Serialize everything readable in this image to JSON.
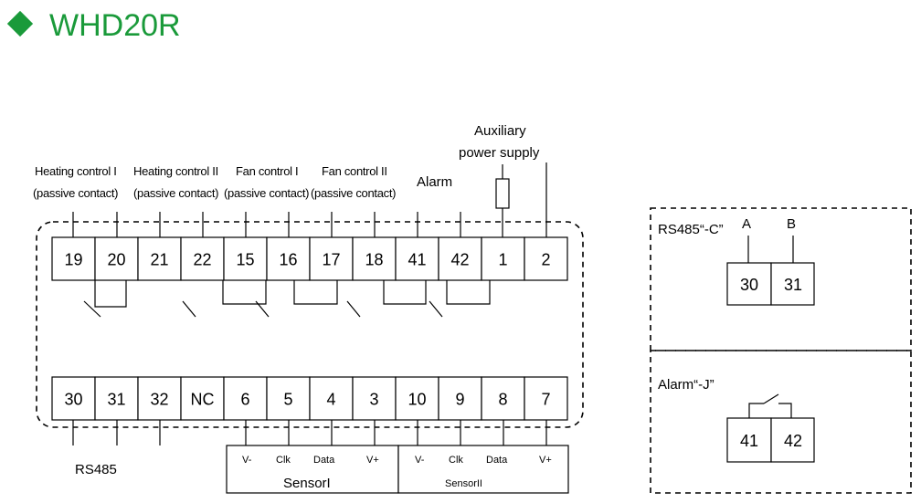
{
  "title": "WHD20R",
  "colors": {
    "title": "#1a9a3a",
    "diamond": "#1a9a3a"
  },
  "top_labels": {
    "heating1_l1": "Heating control I",
    "heating1_l2": "(passive contact)",
    "heating2_l1": "Heating control II",
    "heating2_l2": "(passive contact)",
    "fan1_l1": "Fan control I",
    "fan1_l2": "(passive contact)",
    "fan2_l1": "Fan control II",
    "fan2_l2": "(passive contact)",
    "alarm": "Alarm",
    "aux_l1": "Auxiliary",
    "aux_l2": "power supply"
  },
  "top_row": [
    "19",
    "20",
    "21",
    "22",
    "15",
    "16",
    "17",
    "18",
    "41",
    "42",
    "1",
    "2"
  ],
  "bottom_row": [
    "30",
    "31",
    "32",
    "NC",
    "6",
    "5",
    "4",
    "3",
    "10",
    "9",
    "8",
    "7"
  ],
  "rs485_label": "RS485",
  "sensor1": {
    "pins": [
      "V-",
      "Clk",
      "Data",
      "V+"
    ],
    "name": "SensorI"
  },
  "sensor2": {
    "pins": [
      "V-",
      "Clk",
      "Data",
      "V+"
    ],
    "name": "SensorII"
  },
  "option_c": {
    "label": "RS485“-C”",
    "a": "A",
    "b": "B",
    "terms": [
      "30",
      "31"
    ]
  },
  "option_j": {
    "label": "Alarm“-J”",
    "terms": [
      "41",
      "42"
    ]
  }
}
